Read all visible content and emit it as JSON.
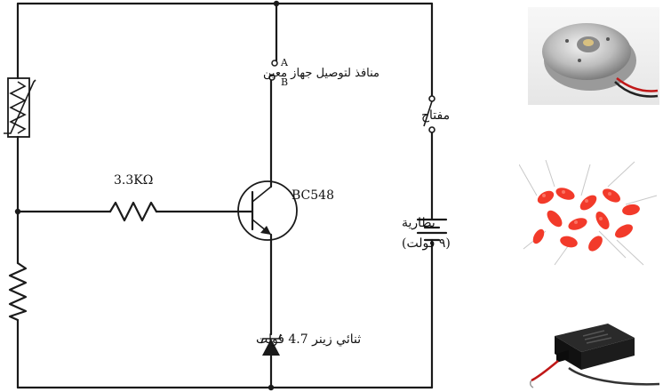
{
  "labels": {
    "terminals": "منافذ لتوصيل جهاز معين",
    "terminal_a": "A",
    "terminal_b": "B",
    "switch": "مفتاح",
    "resistor": "3.3KΩ",
    "transistor": "BC548",
    "battery_line1": "بطارية",
    "battery_line2": "(٩ فولت)",
    "zener": "ثنائي زينر 4.7 فولت"
  },
  "photos": [
    {
      "name": "motor-photo",
      "subject": "dc-motor"
    },
    {
      "name": "leds-photo",
      "subject": "red-leds"
    },
    {
      "name": "buzzer-photo",
      "subject": "buzzer"
    }
  ]
}
